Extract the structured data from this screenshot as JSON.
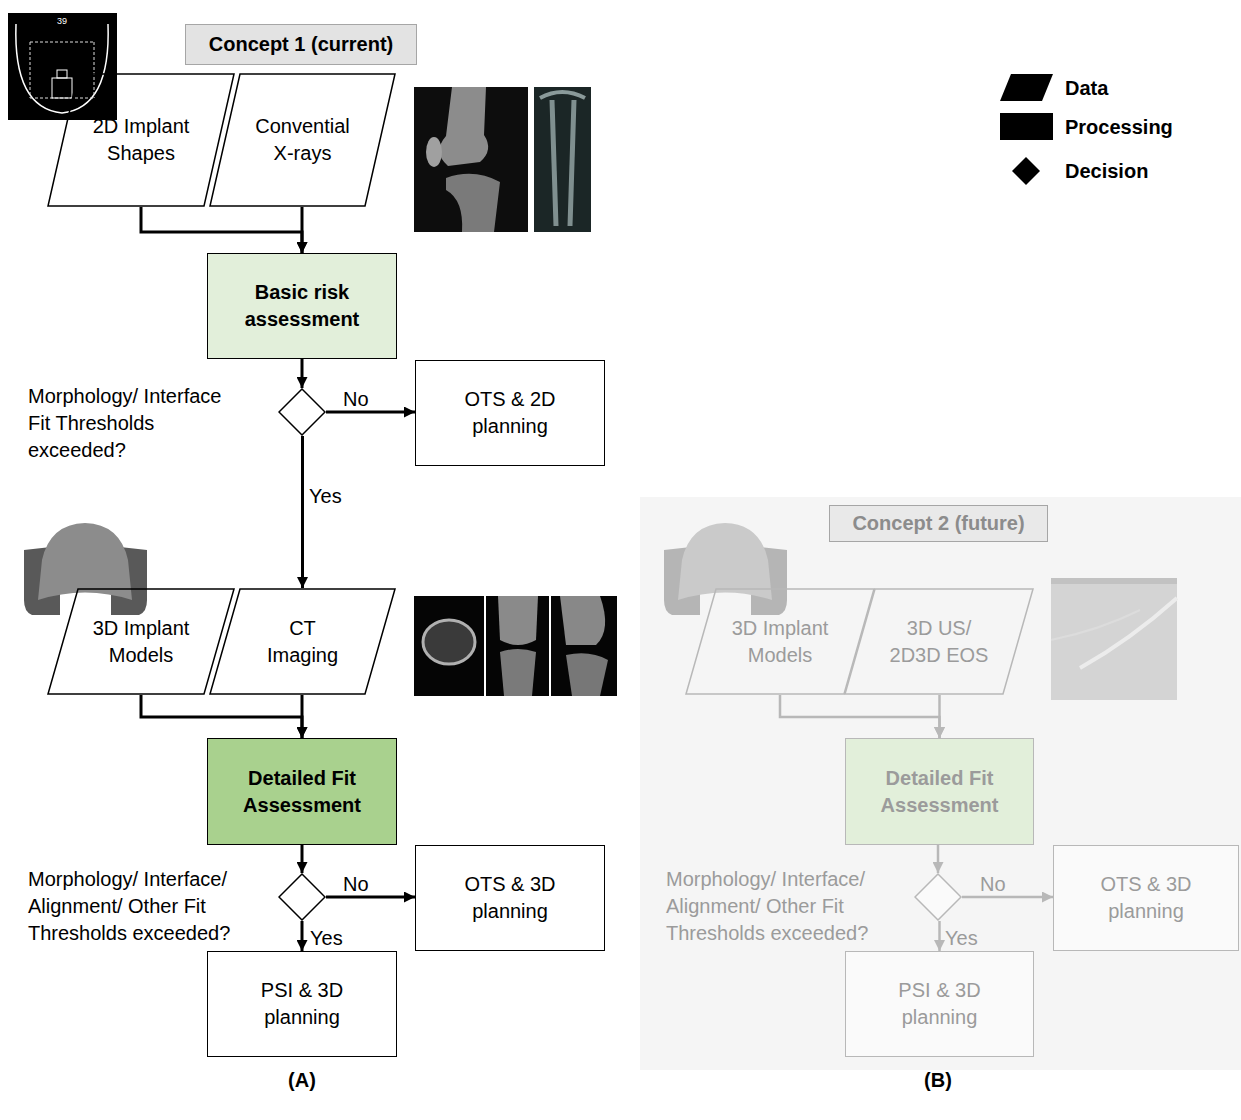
{
  "diagram": {
    "nodes": [
      {
        "text": [
          "Concept 1 (current)"
        ]
      },
      {
        "text": [
          "2D Implant Shapes"
        ]
      },
      {
        "text": [
          "Convential X-rays"
        ]
      },
      {
        "text": [
          "Basic risk assessment"
        ]
      },
      {
        "text": [
          "Morphology/ Interface Fit Thresholds exceeded?"
        ]
      },
      {
        "text": [
          "OTS & 2D planning"
        ]
      },
      {
        "text": [
          "3D Implant Models"
        ]
      },
      {
        "text": [
          "CT Imaging"
        ]
      },
      {
        "text": [
          "Detailed Fit Assessment"
        ]
      },
      {
        "text": [
          "Morphology/ Interface/ Alignment/ Other Fit Thresholds exceeded?"
        ]
      },
      {
        "text": [
          "OTS & 3D planning"
        ]
      },
      {
        "text": [
          "PSI & 3D planning"
        ]
      },
      {
        "text": [
          "Concept 2 (future)"
        ]
      },
      {
        "text": [
          "3D Implant Models"
        ],
        "in": 12
      },
      {
        "text": [
          "3D US/ 2D3D EOS"
        ],
        "in": 12
      },
      {
        "text": [
          "Detailed Fit Assessment"
        ],
        "in": 12
      },
      {
        "text": [
          "Morphology/ Interface/ Alignment/ Other Fit Thresholds exceeded?"
        ],
        "in": 12
      },
      {
        "text": [
          "OTS & 3D planning"
        ],
        "in": 12
      },
      {
        "text": [
          "PSI & 3D planning"
        ],
        "in": 12
      }
    ],
    "edges": [
      {
        "from": 1,
        "to": 3,
        "arrow": "to"
      },
      {
        "from": 2,
        "to": 3,
        "arrow": "to"
      },
      {
        "from": 3,
        "to": 4,
        "arrow": "to"
      },
      {
        "from": 4,
        "to": 5,
        "label": "No",
        "arrow": "to"
      },
      {
        "from": 4,
        "to": 7,
        "label": "Yes",
        "arrow": "to"
      },
      {
        "from": 6,
        "to": 8,
        "arrow": "to"
      },
      {
        "from": 7,
        "to": 8,
        "arrow": "to"
      },
      {
        "from": 8,
        "to": 9,
        "arrow": "to"
      },
      {
        "from": 9,
        "to": 10,
        "label": "No",
        "arrow": "to"
      },
      {
        "from": 9,
        "to": 11,
        "label": "Yes",
        "arrow": "to"
      },
      {
        "from": 13,
        "to": 15,
        "arrow": "to"
      },
      {
        "from": 14,
        "to": 15,
        "arrow": "to"
      },
      {
        "from": 15,
        "to": 16,
        "arrow": "to"
      },
      {
        "from": 16,
        "to": 17,
        "label": "No",
        "arrow": "to"
      },
      {
        "from": 16,
        "to": 18,
        "label": "Yes",
        "arrow": "to"
      }
    ],
    "labels": [
      "39",
      "(A)",
      "(B)"
    ],
    "legend": [
      {
        "text": "Data"
      },
      {
        "text": "Processing"
      },
      {
        "text": "Decision"
      }
    ]
  }
}
